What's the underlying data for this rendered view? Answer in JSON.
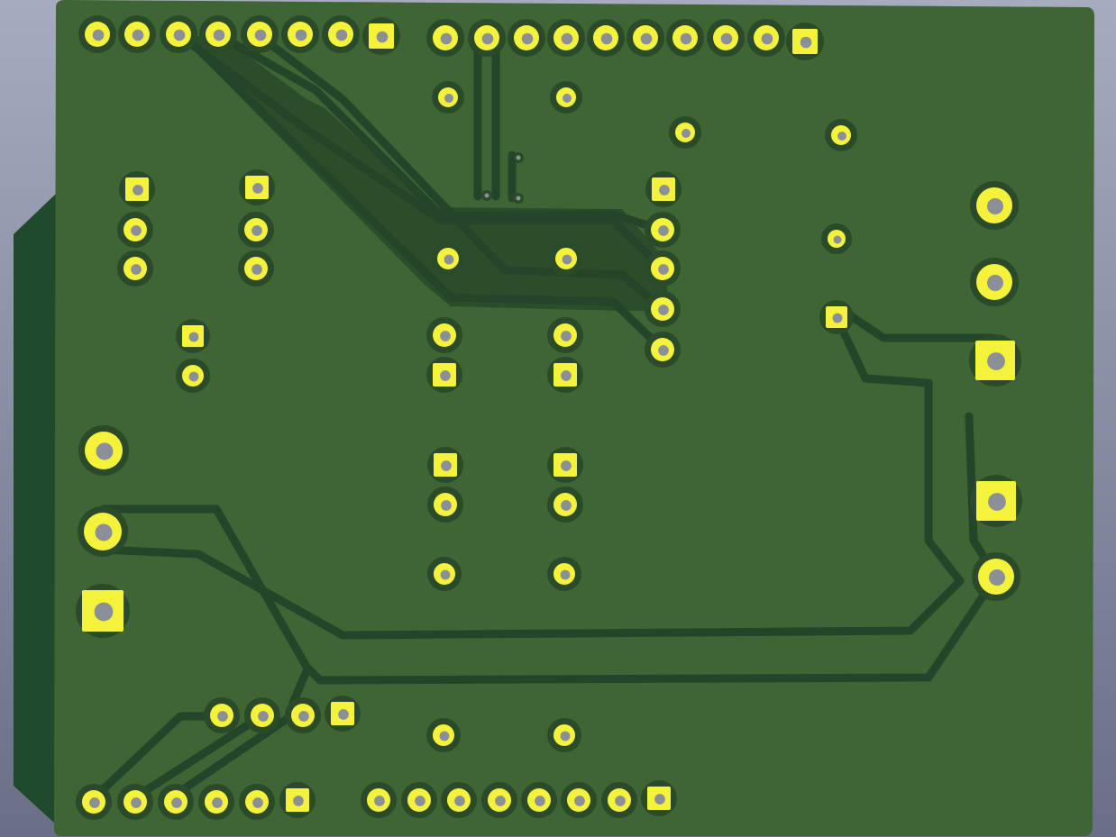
{
  "scene": {
    "description_visible_text": "",
    "colors": {
      "background_top": "#a7abbf",
      "background_bottom": "#6b6f86",
      "board_edge": "#1f4a2c",
      "copper_pour": "#3e6533",
      "pour_shadow": "#2c4d2a",
      "trace": "#24452a",
      "pad_gold": "#f4f23b",
      "pad_ring": "#2a4a2a",
      "drill": "#8a8f98"
    },
    "components": [
      "header-top-left-8pin",
      "header-top-right-10pin",
      "header-bottom-left-6pin",
      "header-bottom-right-8pin",
      "header-4pin-bottom",
      "connector-3pin-left-a",
      "connector-3pin-left-b",
      "connector-2pin-small",
      "connector-5pin-right",
      "screw-terminal-left-3",
      "screw-terminal-right-2",
      "screw-terminal-right-3",
      "resistor-pads",
      "vias"
    ]
  }
}
